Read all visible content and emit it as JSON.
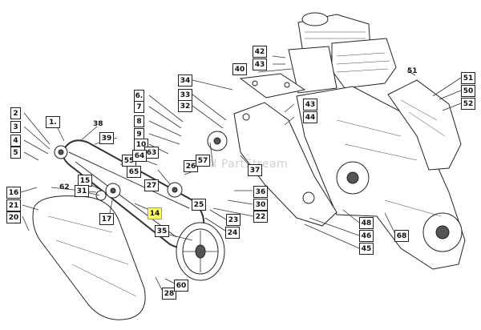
{
  "watermark": "ARI PartStream",
  "highlight_color": "#ffff66",
  "callouts": {
    "c1": "1.",
    "c2": "2",
    "c3": "3",
    "c4": "4",
    "c5": "5",
    "c6": "6.",
    "c7": "7",
    "c8": "8",
    "c9": "9",
    "c10": "10",
    "c14": "14",
    "c15": "15",
    "c16": "16",
    "c17": "17",
    "c20": "20",
    "c21": "21",
    "c22": "22",
    "c23": "23",
    "c24": "24",
    "c25": "25",
    "c26": "26",
    "c27": "27",
    "c28": "28",
    "c30": "30",
    "c31": "31",
    "c32": "32",
    "c33": "33",
    "c34": "34",
    "c35": "35",
    "c36": "36",
    "c37": "37",
    "c38": "38",
    "c39": "39",
    "c40": "40",
    "c42": "42",
    "c43a": "43",
    "c43b": "43",
    "c44": "44",
    "c45": "45",
    "c46": "46",
    "c48": "48",
    "c50": "50",
    "c51a": "51",
    "c51b": "51",
    "c52": "52",
    "c55": "55",
    "c57": "57",
    "c60": "60",
    "c62": "62",
    "c63": "63",
    "c64": "64",
    "c65": "65",
    "c68": "68"
  }
}
